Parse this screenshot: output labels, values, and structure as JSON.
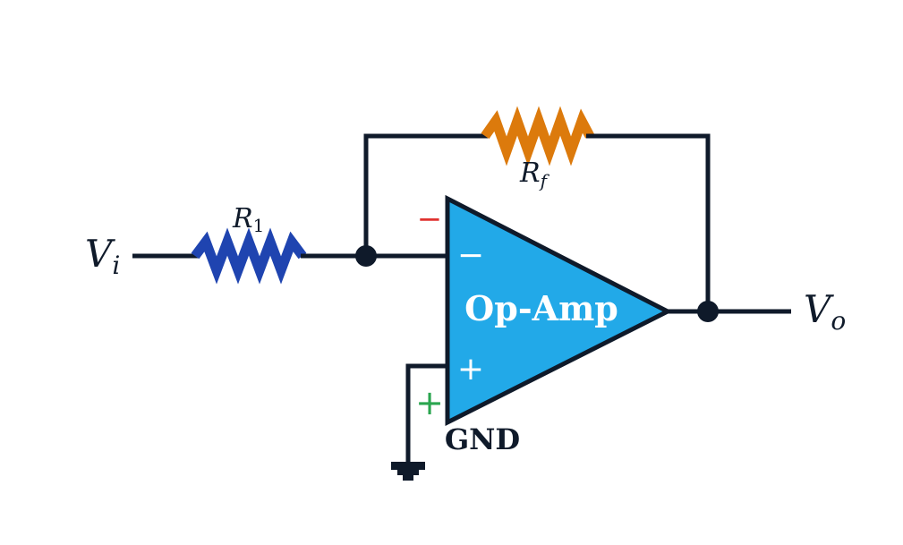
{
  "diagram": {
    "input_label": {
      "main": "V",
      "sub": "i"
    },
    "output_label": {
      "main": "V",
      "sub": "o"
    },
    "r1_label": {
      "main": "R",
      "sub": "1"
    },
    "rf_label": {
      "main": "R",
      "sub": "f"
    },
    "opamp_label": "Op-Amp",
    "inverting_symbol": "−",
    "noninverting_symbol": "+",
    "inverting_marker": "−",
    "noninverting_marker": "+",
    "ground_label": "GND"
  },
  "colors": {
    "wire": "#0f1a2a",
    "opamp_fill": "#22a9e8",
    "r1": "#1f44b0",
    "rf": "#dc7a0c",
    "minus_marker": "#e0322f",
    "plus_marker": "#2aa54f",
    "opamp_text": "#ffffff"
  }
}
